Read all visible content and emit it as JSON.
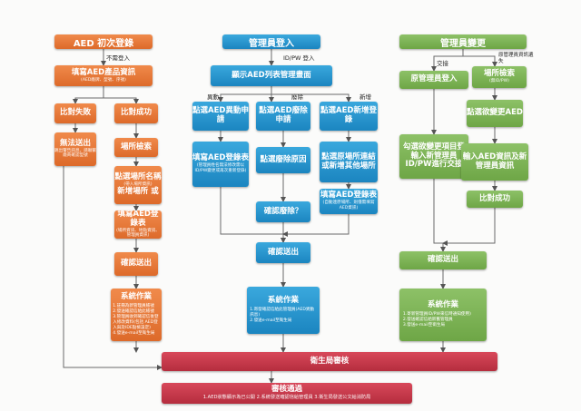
{
  "left": {
    "header": "AED 初次登錄",
    "not_needed_login": "不需登入",
    "fill_info": "填寫AED產品資訊",
    "fill_info_sub": "(AED廠牌、型號、序號)",
    "compare_fail": "比對失敗",
    "compare_success": "比對成功",
    "cannot_submit": "無法送出",
    "cannot_submit_sub": "跳出警告訊息，請聯繫廠商確認型號",
    "place_search": "場所檢索",
    "click_place": "點選場所名稱",
    "click_place_sub": "(帶入場所資訊)",
    "or": "或",
    "new_place": "新增場所",
    "fill_form": "填寫AED登錄表",
    "fill_form_sub": "(場所資訊、地點資訊、管理員資訊)",
    "confirm_submit": "確認送出",
    "sys_title": "系統作業",
    "sys_items": [
      "1.註冊為新管理員帳號",
      "2.發送確認信給此帳號",
      "3.管理員收到確認信後登入修改資料(包括 AED登入與及IDE點檢設定)",
      "4.發送e-mail至衛生局"
    ]
  },
  "center": {
    "header": "管理員登入",
    "login_label": "ID/PW 登入",
    "show_list": "顯示AED列表管理畫面",
    "label_change": "異動",
    "label_remove": "廢除",
    "label_add": "新增",
    "click_change": "點選AED異動申請",
    "click_remove": "點選AED廢除申請",
    "click_add": "點選AED新增登錄",
    "fill_change": "填寫AED登錄表",
    "fill_change_sub": "(管理員姓名無法修改需以ID/PW變更或再次重新登錄)",
    "click_reason": "點選廢除原因",
    "click_origin": "點選原場所連結或新增其他場所",
    "fill_add_form": "填寫AED登錄表",
    "fill_add_form_sub": "(自動連原場所、則僅需填寫AED資訊)",
    "confirm_remove": "確認廢除？",
    "confirm_submit": "確認送出",
    "sys_title": "系統作業",
    "sys_items": [
      "1.寄發確認信給此管理員(AED異動訊息)",
      "2.發送e-mail至衛生局"
    ]
  },
  "right": {
    "header": "管理員變更",
    "label_transfer": "交接",
    "label_lost": "原管理員資訊遺失",
    "orig_login": "原管理員登入",
    "place_search": "場所檢索",
    "place_search_sub": "(無ID/PW)",
    "click_change": "點選欲變更AED",
    "check_change": "勾選欲變更項目登輸入新管理員ID/PW進行交接",
    "input_info": "輸入AED資訊及新管理員資訊",
    "compare_success": "比對成功",
    "confirm_submit": "確認送出",
    "sys_title": "系統作業",
    "sys_items": [
      "1.寄新管理員ID/PW來信時通知使用)",
      "2.發送確認信給新舊管理員",
      "3.發送e-mail至衛生局"
    ]
  },
  "bottom": {
    "review": "衛生局審核",
    "approved": "審核通過",
    "approved_sub": "1.AED狀態顯示為已公開  2.系統發送確認信給管理員  3.衛生局發送公文給消防局"
  }
}
